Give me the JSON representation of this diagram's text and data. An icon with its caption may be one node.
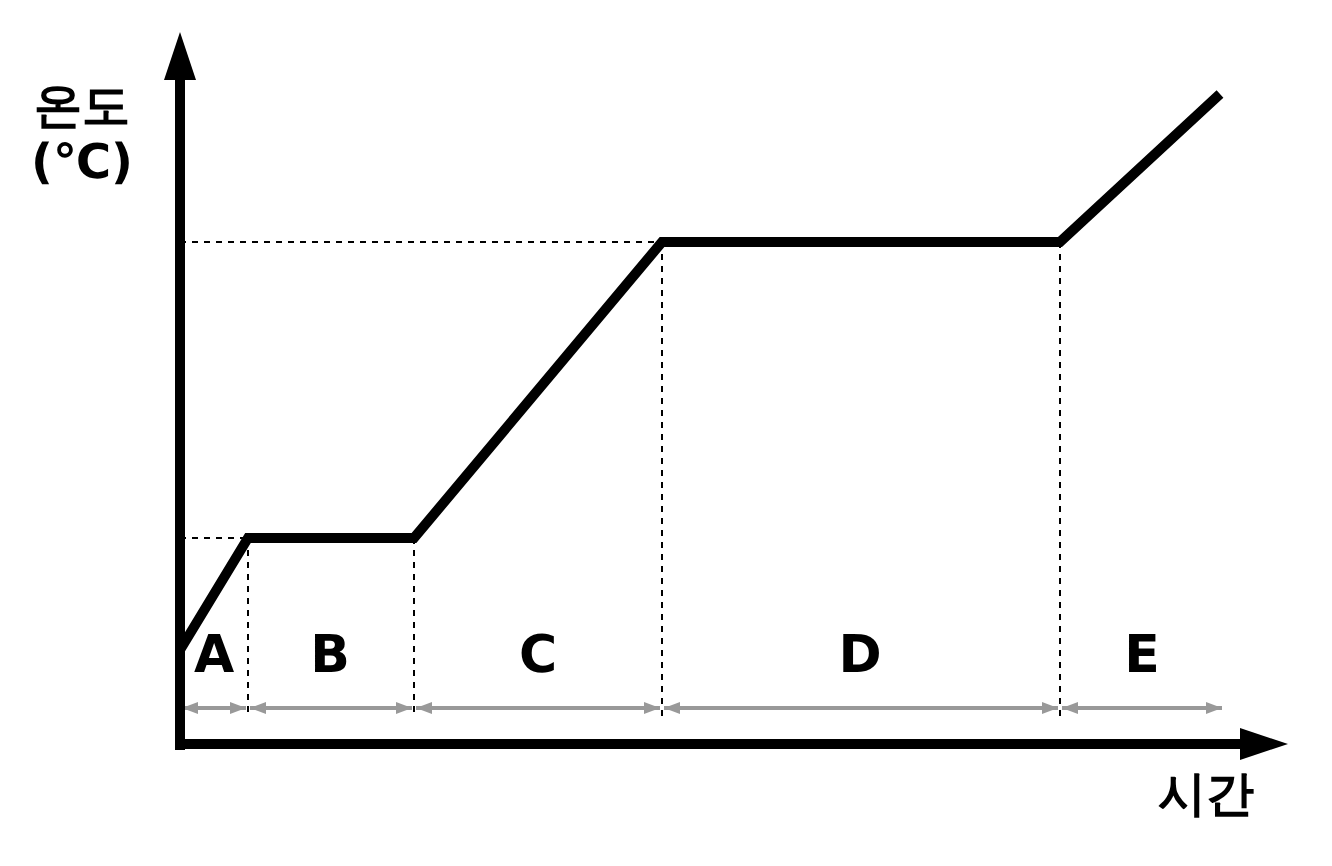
{
  "diagram": {
    "labels": [
      "온도 (℃)",
      "A",
      "B",
      "C",
      "D",
      "E",
      "시간"
    ]
  }
}
